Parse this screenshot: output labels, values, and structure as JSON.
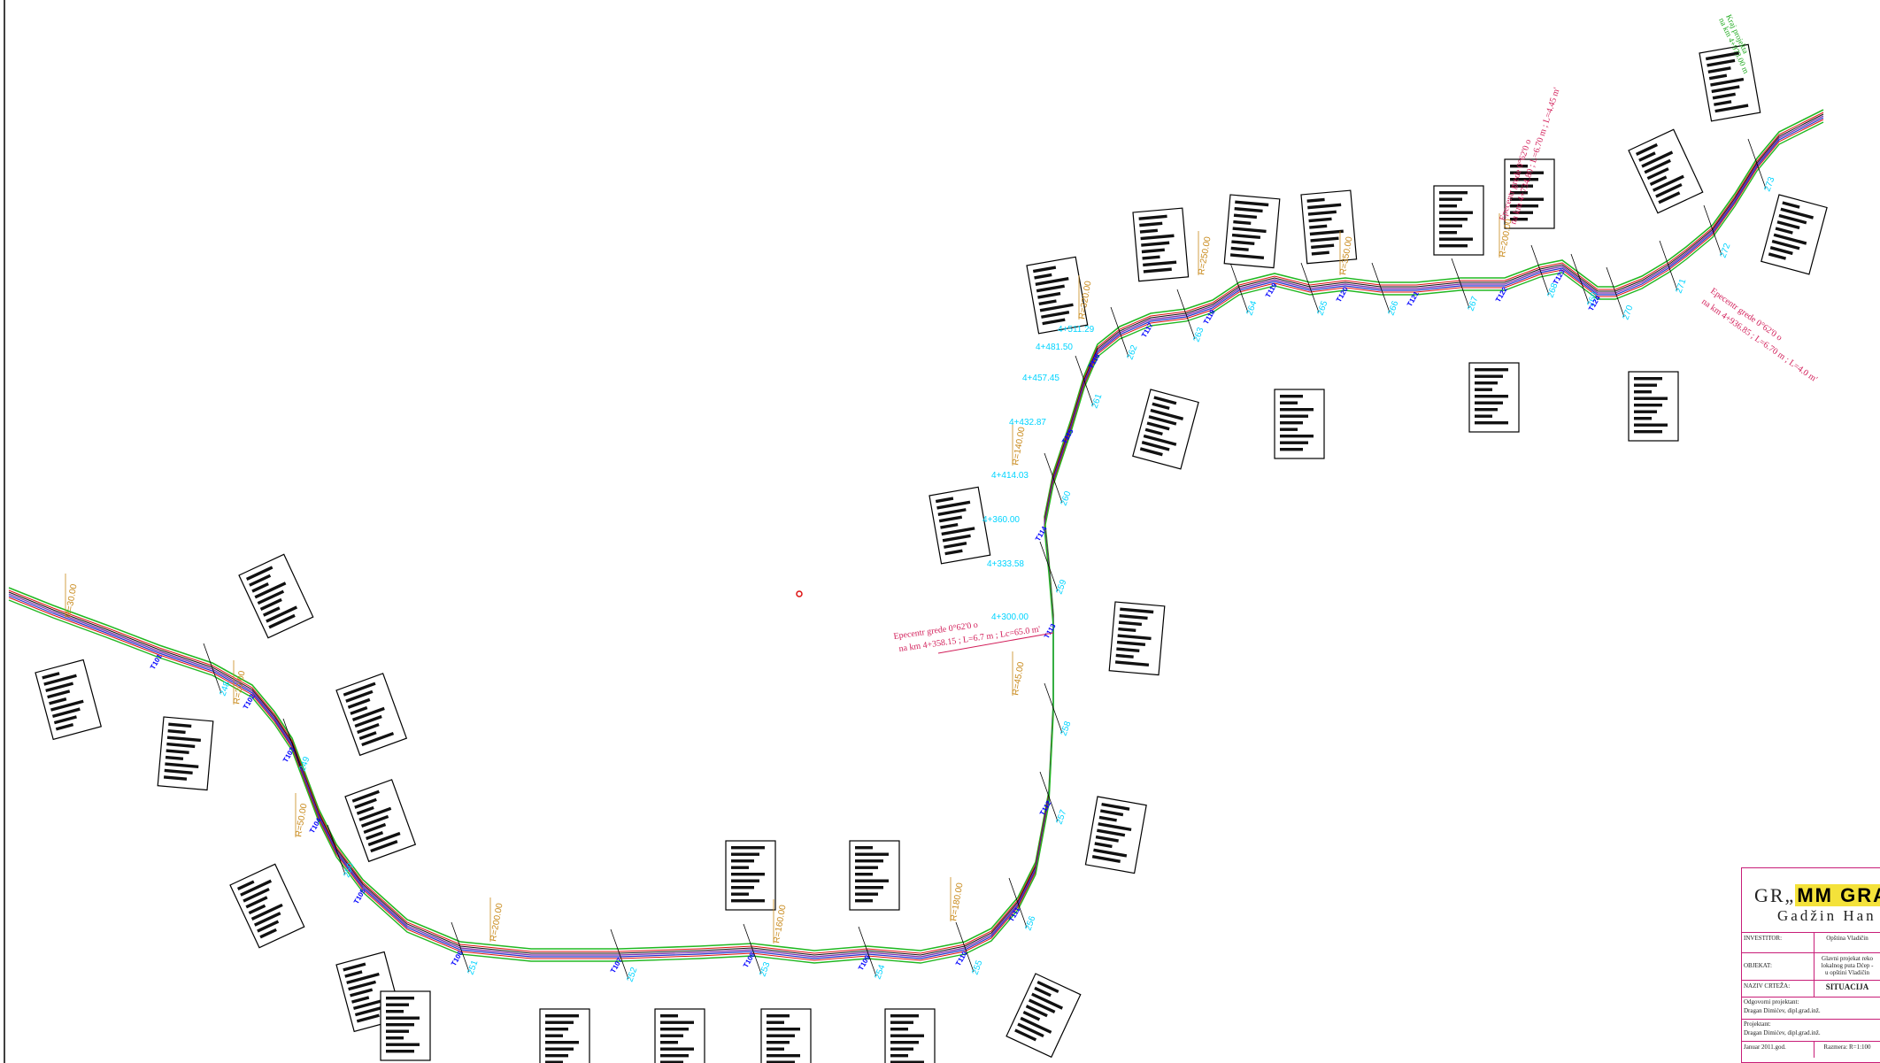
{
  "drawing": {
    "firm_name_prefix": "GR„",
    "firm_name_mark": "MM GRADNJ",
    "firm_subtitle": "Gadžin Han",
    "title_block": [
      {
        "key": "INVESTITOR:",
        "value": "Opština Vladičin"
      },
      {
        "key": "OBJEKAT:",
        "value": "Glavni projekat reko"
      },
      {
        "key": "NAZIV CRTEŽA:",
        "value": "SITUACIJA"
      },
      {
        "key": "Odgovorni projektant:",
        "value": ""
      },
      {
        "key": "Dragan Dimićev, dipl.grad.inž.",
        "value": ""
      },
      {
        "key": "Projektant:",
        "value": ""
      },
      {
        "key": "Dragan Dimićev, dipl.grad.inž.",
        "value": ""
      },
      {
        "key": "Januar 2011.god.",
        "value": "Razmera: R=1:100"
      }
    ],
    "objekat_lines": [
      "lokalnog puta Dćep -",
      "u opštini Vladičin"
    ]
  },
  "annotations": {
    "red_left": [
      "Epecentr grede 0°62'0 o",
      "na km 4+358.15 ; L=6.7 m ; Lc=65.0 m'"
    ],
    "red_top": [
      "Epecentr grede 0°62'0 o",
      "na km 4+734.80 ; L=6.70 m ; L=4.45 m'"
    ],
    "red_right": [
      "Epecentr grede 0°62'0 o",
      "na km 4+936.85 ; L=6.70 m ; L=4.0 m'"
    ],
    "green_top": [
      "Kraj projekta",
      "na km 4+973.00 m"
    ]
  },
  "labels": {
    "stations": [
      "4+300.00",
      "4+333.58",
      "4+360.00",
      "4+414.03",
      "4+432.87",
      "4+457.45",
      "4+481.50",
      "4+511.29"
    ],
    "radii": [
      "R=30.00",
      "R=20.00",
      "R=50.00",
      "R=200.00",
      "R=160.00",
      "R=180.00",
      "R=45.00",
      "R=140.00",
      "R=320.00",
      "R=250.00",
      "R=350.00",
      "R=200.00"
    ],
    "profiles": [
      "248",
      "249",
      "250",
      "251",
      "252",
      "253",
      "254",
      "255",
      "256",
      "257",
      "258",
      "259",
      "260",
      "261",
      "262",
      "263",
      "264",
      "265",
      "266",
      "267",
      "268",
      "269",
      "270",
      "271",
      "272",
      "273"
    ],
    "tangent_points": [
      "T101",
      "T102",
      "T103",
      "T104",
      "T105",
      "T106",
      "T107",
      "T108",
      "T109",
      "T110",
      "T111",
      "T112",
      "T113",
      "T114",
      "T115",
      "T116",
      "T117",
      "T118",
      "T119",
      "T120",
      "T121",
      "T122",
      "T123",
      "T124"
    ]
  },
  "colors": {
    "road_green": "#22b822",
    "road_red": "#d11",
    "road_blue": "#2233cc",
    "road_purple": "#7a2aa8",
    "road_black": "#111111",
    "cyan_label": "#00d4ff",
    "orange_label": "#c8891a",
    "frame": "#c81e78"
  }
}
